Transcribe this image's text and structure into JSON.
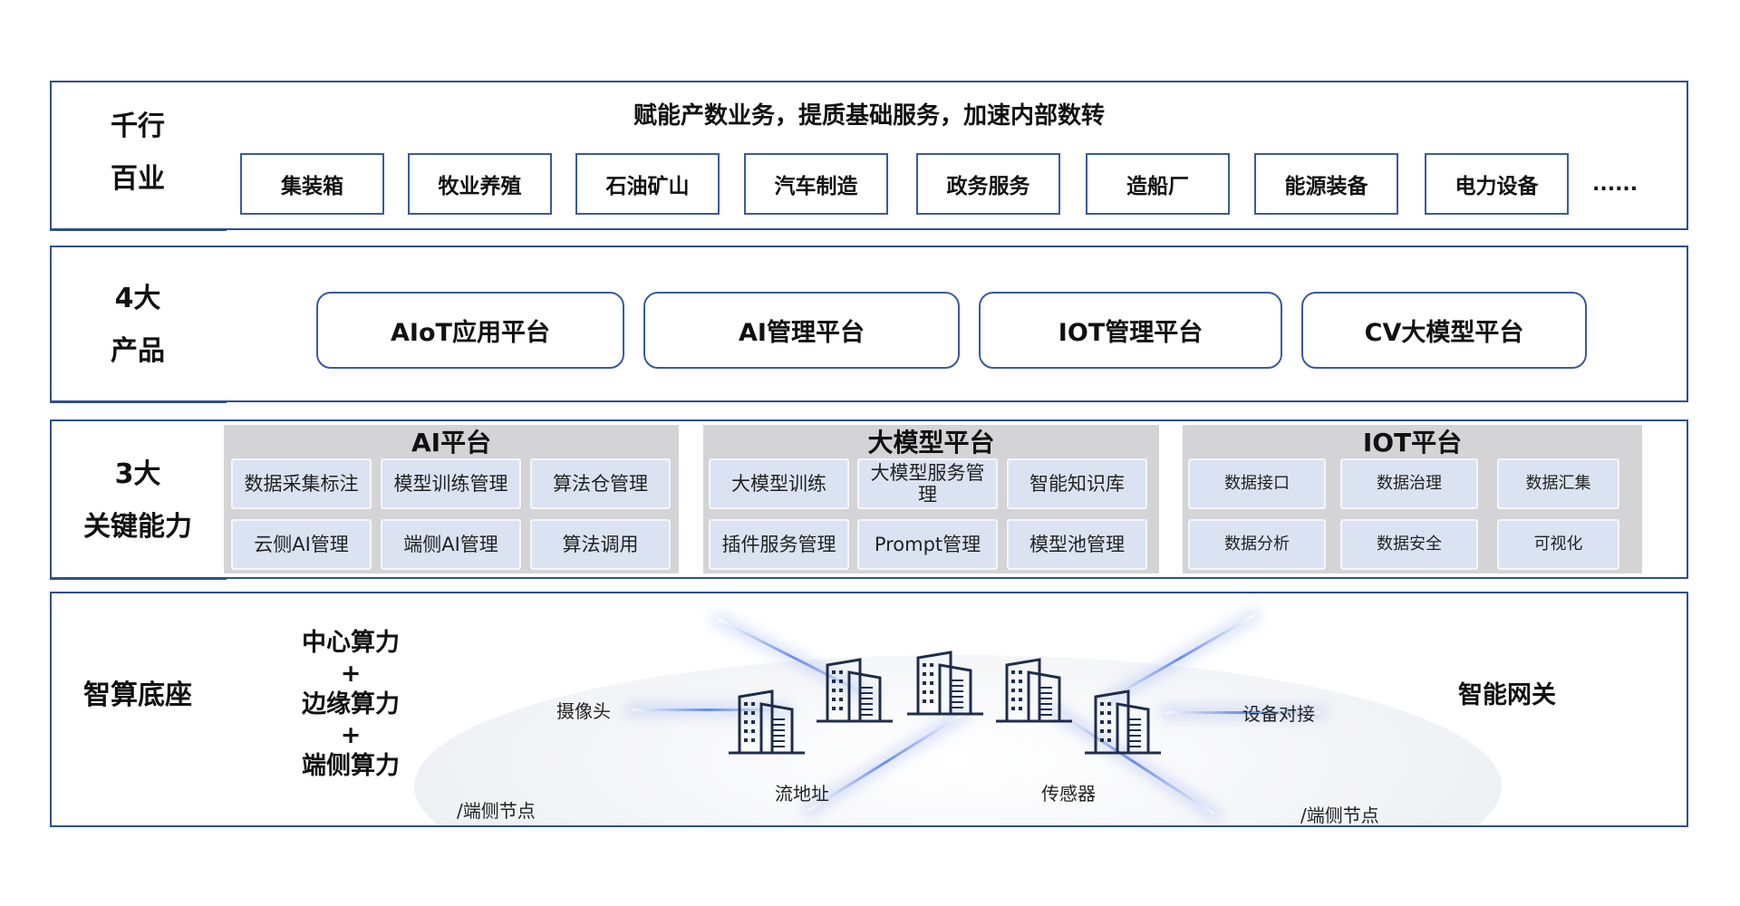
{
  "colors": {
    "border": "#2f4f8f",
    "platform_bg": "#d4d4d6",
    "capability_bg": "#dbe3f2",
    "beam": "#5a82e6"
  },
  "layers": {
    "industries": {
      "label_line1": "千行",
      "label_line2": "百业",
      "slogan": "赋能产数业务，提质基础服务，加速内部数转",
      "items": [
        "集装箱",
        "牧业养殖",
        "石油矿山",
        "汽车制造",
        "政务服务",
        "造船厂",
        "能源装备",
        "电力设备"
      ],
      "more": "......"
    },
    "products": {
      "label_line1": "4大",
      "label_line2": "产品",
      "items": [
        "AIoT应用平台",
        "AI管理平台",
        "IOT管理平台",
        "CV大模型平台"
      ]
    },
    "capabilities": {
      "label_line1": "3大",
      "label_line2": "关键能力",
      "platforms": [
        {
          "title": "AI平台",
          "items": [
            "数据采集标注",
            "模型训练管理",
            "算法仓管理",
            "云侧AI管理",
            "端侧AI管理",
            "算法调用"
          ]
        },
        {
          "title": "大模型平台",
          "items": [
            "大模型训练",
            "大模型服务管理",
            "智能知识库",
            "插件服务管理",
            "Prompt管理",
            "模型池管理"
          ]
        },
        {
          "title": "IOT平台",
          "items": [
            "数据接口",
            "数据治理",
            "数据汇集",
            "数据分析",
            "数据安全",
            "可视化"
          ]
        }
      ]
    },
    "compute_base": {
      "label": "智算底座",
      "stack": [
        "中心算力",
        "+",
        "边缘算力",
        "+",
        "端侧算力"
      ],
      "nodes": {
        "camera": "摄像头",
        "stream": "流地址",
        "sensor": "传感器",
        "device": "设备对接",
        "edge_left": "/端侧节点",
        "edge_right": "/端侧节点"
      },
      "gateway": "智能网关",
      "building_icon": "building-icon"
    }
  }
}
